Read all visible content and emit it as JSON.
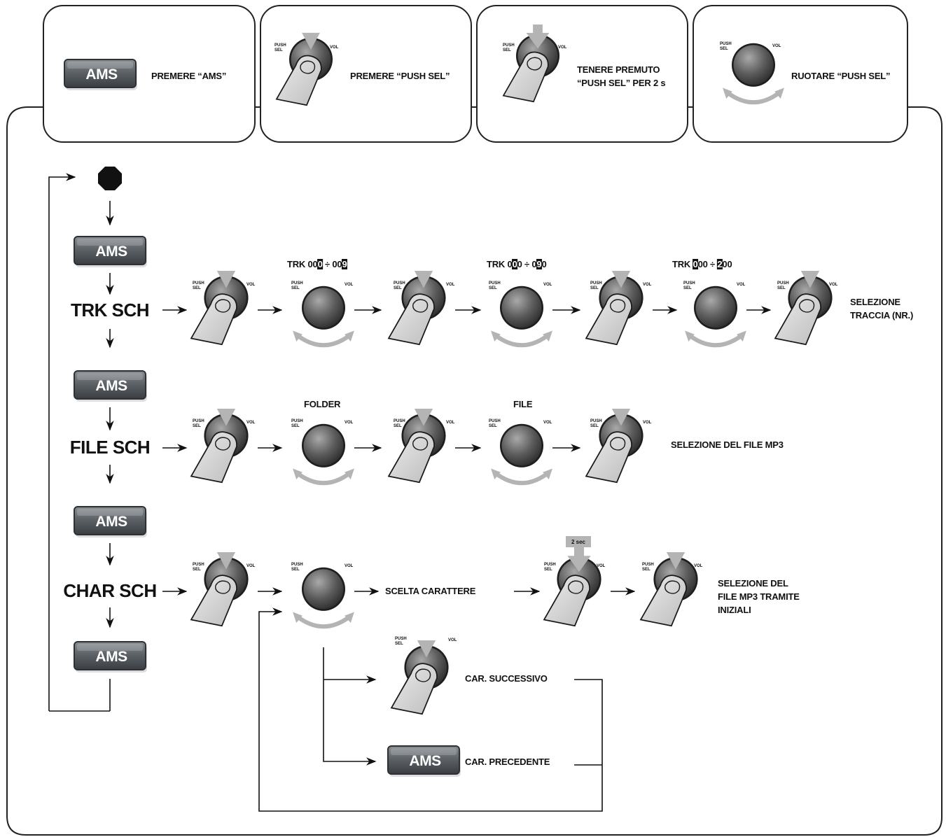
{
  "legend": [
    {
      "icon": "ams",
      "text": "PREMERE “AMS”"
    },
    {
      "icon": "press",
      "text": "PREMERE “PUSH SEL”"
    },
    {
      "icon": "hold",
      "text_line1": "TENERE PREMUTO",
      "text_line2": "“PUSH SEL” PER 2 s"
    },
    {
      "icon": "rotate",
      "text": "RUOTARE “PUSH SEL”"
    }
  ],
  "knob": {
    "push": "PUSH",
    "sel": "SEL",
    "vol": "VOL"
  },
  "ams_label": "AMS",
  "modes": {
    "trk": "TRK SCH",
    "file": "FILE SCH",
    "char": "CHAR SCH"
  },
  "trk_row": {
    "range1": [
      "TRK 00",
      "0",
      " ÷ 00",
      "9",
      ""
    ],
    "range2": [
      "TRK 0",
      "0",
      "0 ÷ 0",
      "9",
      "0"
    ],
    "range3": [
      "TRK ",
      "0",
      "00 ÷ ",
      "2",
      "00"
    ],
    "result_line1": "SELEZIONE",
    "result_line2": "TRACCIA (NR.)"
  },
  "file_row": {
    "folder": "FOLDER",
    "file": "FILE",
    "result": "SELEZIONE DEL FILE MP3"
  },
  "char_row": {
    "choose": "SCELTA CARATTERE",
    "two_sec": "2 sec",
    "result_line1": "SELEZIONE DEL",
    "result_line2": "FILE MP3 TRAMITE",
    "result_line3": "INIZIALI",
    "next": "CAR. SUCCESSIVO",
    "prev": "CAR. PRECEDENTE"
  },
  "colors": {
    "frame": "#222222",
    "button": "#5a5f64",
    "knob": "#555555",
    "arrow_hint": "#b4b4b4",
    "finger": "#d4d4d4"
  }
}
